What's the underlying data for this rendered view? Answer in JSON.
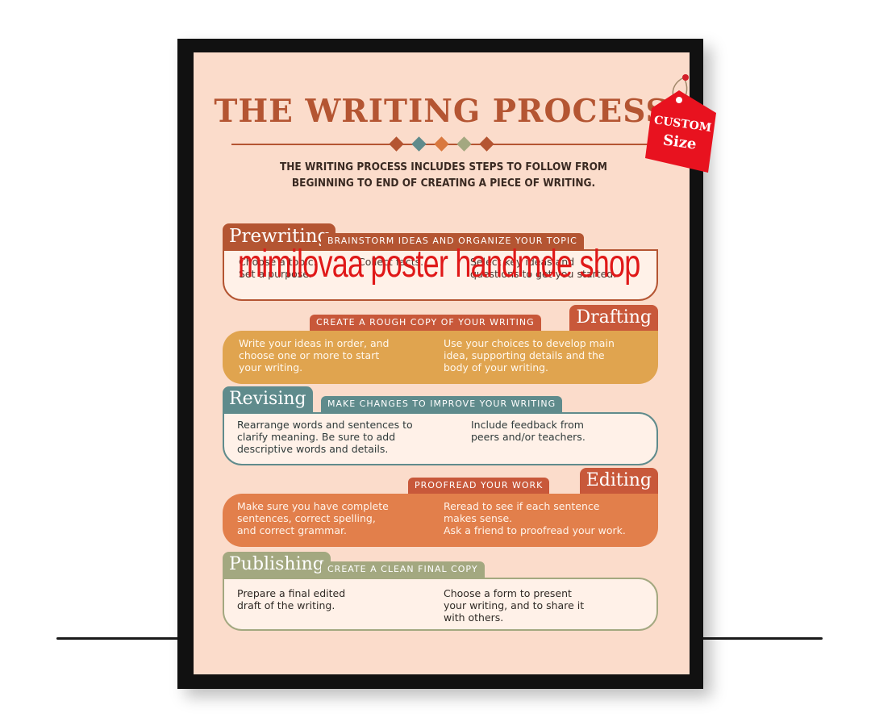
{
  "poster": {
    "title": "THE WRITING PROCESS",
    "intro_line1": "THE WRITING PROCESS INCLUDES STEPS TO FOLLOW FROM",
    "intro_line2": "BEGINNING TO END OF CREATING A PIECE OF WRITING.",
    "diamond_colors": [
      "#b45532",
      "#5f8b8c",
      "#d9793f",
      "#a3a880",
      "#b45532"
    ],
    "steps": [
      {
        "name": "Prewriting",
        "subtitle": "BRAINSTORM IDEAS AND ORGANIZE YOUR TOPIC",
        "columns": [
          "Choose a topic.\nSet a purpose.",
          "Collect facts.",
          "Select key ideas and\nquestions to get you started."
        ],
        "accent": "#b45532"
      },
      {
        "name": "Drafting",
        "subtitle": "CREATE A ROUGH COPY OF YOUR WRITING",
        "columns": [
          "Write your ideas in order, and\nchoose one or more to start\nyour writing.",
          "Use your choices to develop main\nidea, supporting details and the\nbody of your writing."
        ],
        "accent": "#e0a44f"
      },
      {
        "name": "Revising",
        "subtitle": "MAKE CHANGES TO IMPROVE YOUR WRITING",
        "columns": [
          "Rearrange words and sentences to\nclarify meaning. Be sure to add\ndescriptive words and details.",
          "Include feedback from\npeers and/or teachers."
        ],
        "accent": "#5f8b8c"
      },
      {
        "name": "Editing",
        "subtitle": "PROOFREAD YOUR WORK",
        "columns": [
          "Make sure you have complete\nsentences, correct spelling,\n and correct grammar.",
          "Reread to see if each sentence\nmakes sense.\nAsk a friend to proofread your work."
        ],
        "accent": "#e27f4b"
      },
      {
        "name": "Publishing",
        "subtitle": "CREATE A CLEAN FINAL COPY",
        "columns": [
          "Prepare a final edited\ndraft of the writing.",
          "Choose a form to present\nyour writing, and to share it\nwith others."
        ],
        "accent": "#a3a880"
      }
    ]
  },
  "watermark": "mimilovaa poster handmde shop",
  "badge": {
    "line1": "CUSTOM",
    "line2": "Size",
    "color": "#e8121f"
  }
}
